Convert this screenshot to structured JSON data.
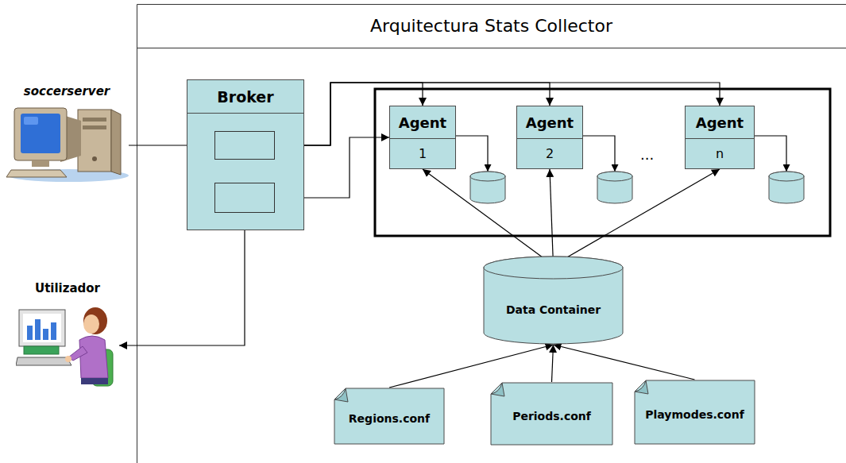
{
  "diagram": {
    "title": "Arquitectura Stats Collector",
    "nodes": [
      {
        "text": [
          "soccerserver"
        ]
      },
      {
        "text": [
          "Broker"
        ]
      },
      {
        "text": [
          "Agent",
          "1"
        ]
      },
      {
        "text": [
          "Agent",
          "2"
        ]
      },
      {
        "text": [
          "Agent",
          "n"
        ]
      },
      {
        "text": [
          "Utilizador"
        ]
      },
      {
        "text": [
          "Data Container"
        ]
      },
      {
        "text": [
          "Regions.conf"
        ]
      },
      {
        "text": [
          "Periods.conf"
        ]
      },
      {
        "text": [
          "Playmodes.conf"
        ]
      }
    ],
    "edges": [
      {
        "from": 0,
        "to": 1,
        "arrow": "to"
      },
      {
        "from": 1,
        "to": 2,
        "arrow": "to"
      },
      {
        "from": 1,
        "to": 3,
        "arrow": "to"
      },
      {
        "from": 1,
        "to": 4,
        "arrow": "to"
      },
      {
        "from": 1,
        "to": 2,
        "arrow": "both"
      },
      {
        "from": 1,
        "to": 5,
        "arrow": "both"
      },
      {
        "from": 6,
        "to": 2,
        "arrow": "to"
      },
      {
        "from": 6,
        "to": 3,
        "arrow": "to"
      },
      {
        "from": 6,
        "to": 4,
        "arrow": "to"
      },
      {
        "from": 7,
        "to": 6,
        "arrow": "to"
      },
      {
        "from": 8,
        "to": 6,
        "arrow": "to"
      },
      {
        "from": 9,
        "to": 6,
        "arrow": "to"
      }
    ],
    "labels": [
      "..."
    ]
  }
}
